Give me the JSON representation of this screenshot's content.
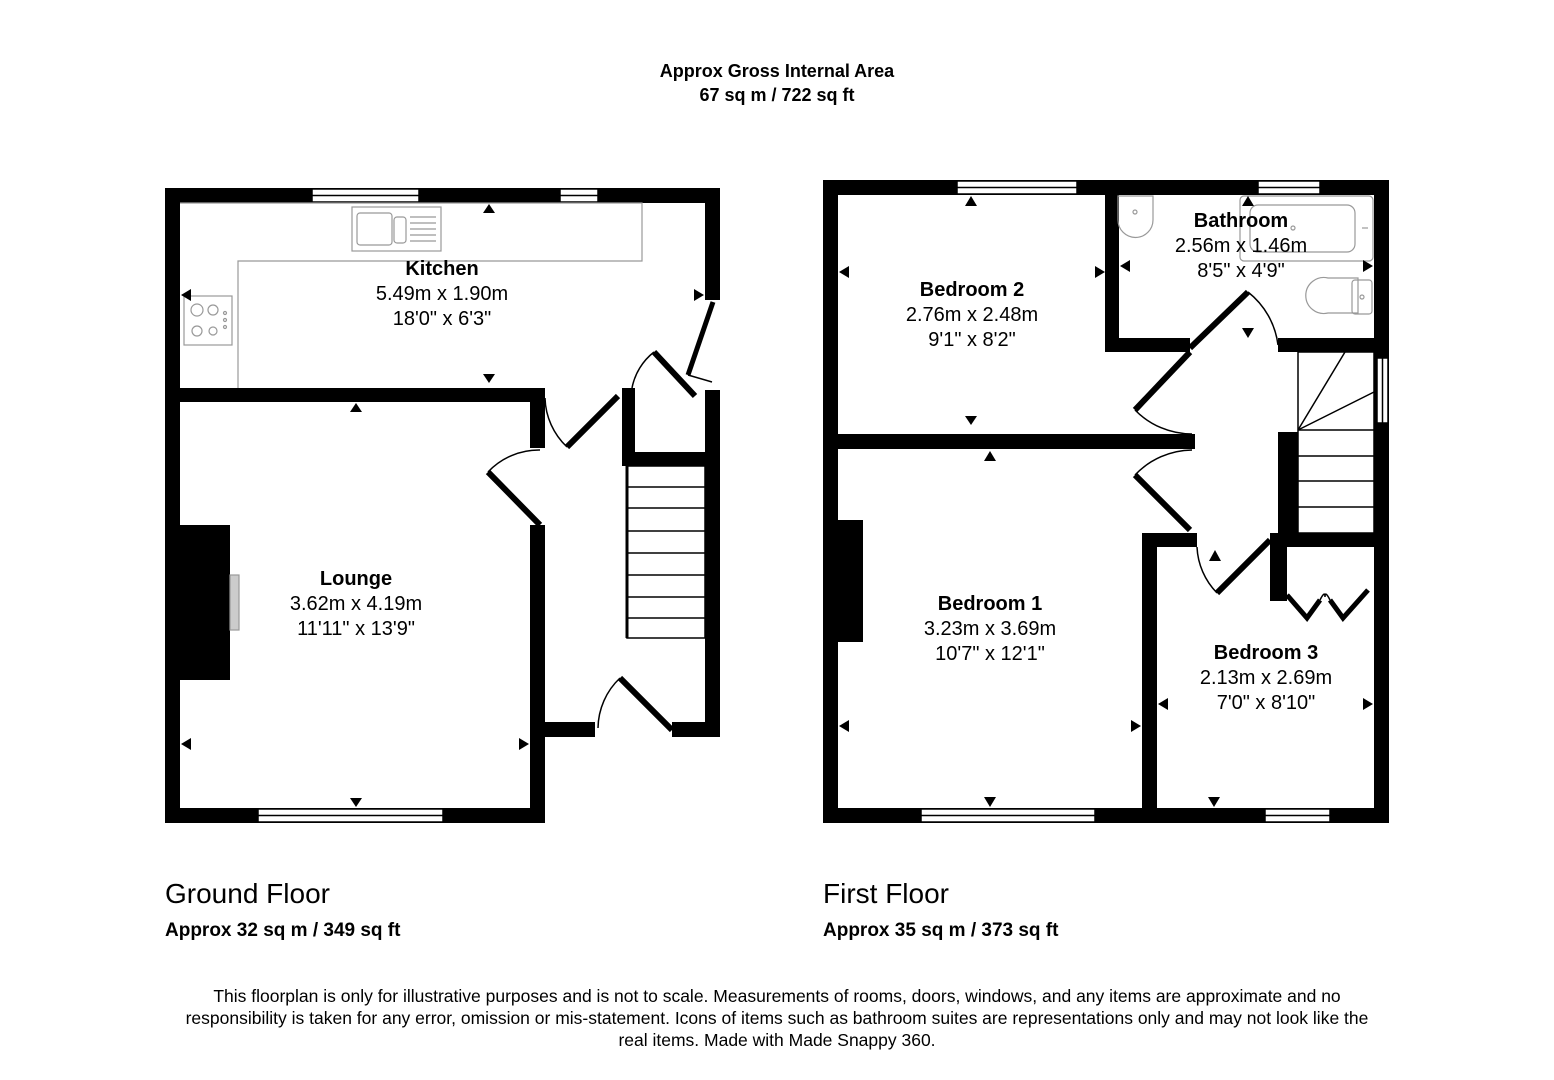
{
  "header": {
    "title": "Approx Gross Internal Area",
    "total_area": "67 sq m / 722 sq ft"
  },
  "floors": [
    {
      "name": "Ground Floor",
      "area": "Approx 32 sq m / 349 sq ft",
      "rooms": [
        {
          "name": "Kitchen",
          "metric": "5.49m x 1.90m",
          "imperial": "18'0\" x 6'3\""
        },
        {
          "name": "Lounge",
          "metric": "3.62m x 4.19m",
          "imperial": "11'11\" x 13'9\""
        }
      ]
    },
    {
      "name": "First Floor",
      "area": "Approx 35 sq m / 373 sq ft",
      "rooms": [
        {
          "name": "Bedroom 2",
          "metric": "2.76m x 2.48m",
          "imperial": "9'1\" x 8'2\""
        },
        {
          "name": "Bathroom",
          "metric": "2.56m x 1.46m",
          "imperial": "8'5\" x 4'9\""
        },
        {
          "name": "Bedroom 1",
          "metric": "3.23m x 3.69m",
          "imperial": "10'7\" x 12'1\""
        },
        {
          "name": "Bedroom 3",
          "metric": "2.13m x 2.69m",
          "imperial": "7'0\" x 8'10\""
        }
      ]
    }
  ],
  "disclaimer": "This floorplan is only for illustrative purposes and is not to scale. Measurements of rooms, doors, windows, and any items are approximate and no responsibility is taken for any error, omission or mis-statement. Icons of items such as bathroom suites are representations only and may not look like the real items. Made with Made Snappy 360.",
  "colors": {
    "wall": "#000000",
    "fixture": "#999999",
    "background": "#ffffff"
  }
}
